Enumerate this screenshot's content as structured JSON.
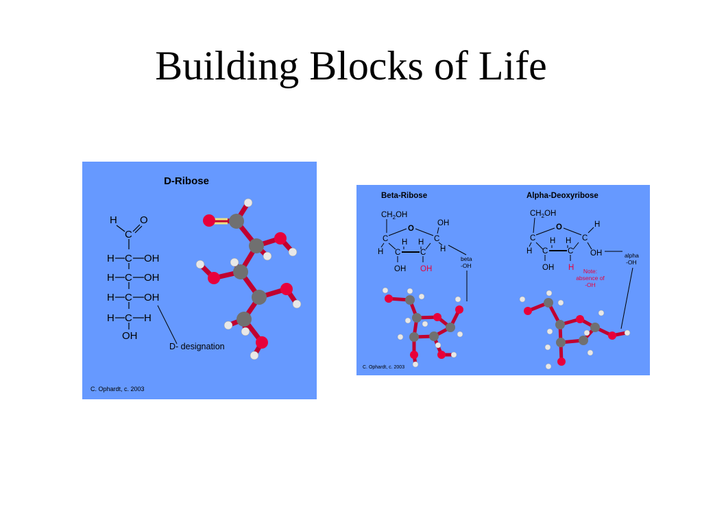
{
  "slide": {
    "title": "Building Blocks of Life"
  },
  "left_panel": {
    "title": "D-Ribose",
    "annotation": "D- designation",
    "credit": "C. Ophardt, c. 2003",
    "fischer": {
      "aldehyde_h": "H",
      "aldehyde_o": "O",
      "carbon": "C",
      "rows": [
        {
          "left": "H",
          "right": "OH"
        },
        {
          "left": "H",
          "right": "OH"
        },
        {
          "left": "H",
          "right": "OH"
        },
        {
          "left": "H",
          "right": "H"
        }
      ],
      "bottom": "OH"
    }
  },
  "right_panel": {
    "credit": "C. Ophardt, c. 2003",
    "beta": {
      "title": "Beta-Ribose",
      "ch2oh_a": "CH",
      "ch2oh_sub": "2",
      "ch2oh_b": "OH",
      "ring_o": "O",
      "oh_top": "OH",
      "h_right": "H",
      "c": "C",
      "h_left": "H",
      "h_mid1": "H",
      "h_mid2": "H",
      "oh_bottom1": "OH",
      "oh_bottom2": "OH",
      "note_line1": "beta",
      "note_line2": "-OH"
    },
    "alpha": {
      "title": "Alpha-Deoxyribose",
      "ch2oh_a": "CH",
      "ch2oh_sub": "2",
      "ch2oh_b": "OH",
      "ring_o": "O",
      "h_top": "H",
      "oh_right": "OH",
      "c": "C",
      "h_left": "H",
      "h_mid1": "H",
      "h_mid2": "H",
      "oh_bottom": "OH",
      "h_bottom": "H",
      "note_red_1": "Note:",
      "note_red_2": "absence of",
      "note_red_3": "-OH",
      "note_line1": "alpha",
      "note_line2": "-OH"
    }
  },
  "colors": {
    "panel": "#6699ff",
    "oxygen": "#e8003a",
    "carbon": "#707070",
    "hydrogen": "#e8e8e8",
    "bond": "#c00030",
    "highlight": "#e8003a"
  }
}
